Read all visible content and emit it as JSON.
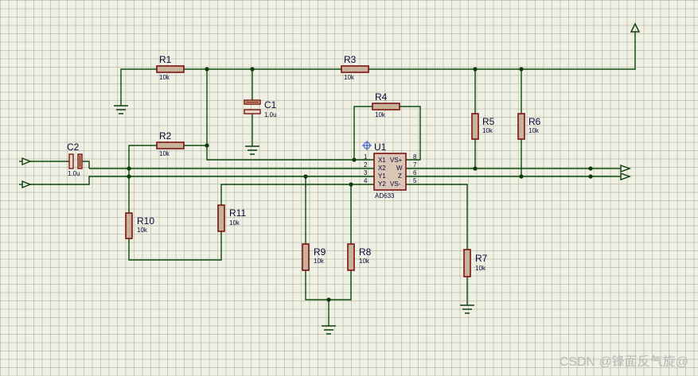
{
  "components": {
    "R1": {
      "name": "R1",
      "value": "10k"
    },
    "R2": {
      "name": "R2",
      "value": "10k"
    },
    "R3": {
      "name": "R3",
      "value": "10k"
    },
    "R4": {
      "name": "R4",
      "value": "10k"
    },
    "R5": {
      "name": "R5",
      "value": "10k"
    },
    "R6": {
      "name": "R6",
      "value": "10k"
    },
    "R7": {
      "name": "R7",
      "value": "10k"
    },
    "R8": {
      "name": "R8",
      "value": "10k"
    },
    "R9": {
      "name": "R9",
      "value": "10k"
    },
    "R10": {
      "name": "R10",
      "value": "10k"
    },
    "R11": {
      "name": "R11",
      "value": "10k"
    },
    "C1": {
      "name": "C1",
      "value": "1.0u"
    },
    "C2": {
      "name": "C2",
      "value": "1.0u"
    },
    "U1": {
      "name": "U1",
      "part": "AD633"
    }
  },
  "ic_pins": {
    "left": [
      {
        "num": "1",
        "name": "X1"
      },
      {
        "num": "2",
        "name": "X2"
      },
      {
        "num": "3",
        "name": "Y1"
      },
      {
        "num": "4",
        "name": "Y2"
      }
    ],
    "right": [
      {
        "num": "8",
        "name": "VS+"
      },
      {
        "num": "7",
        "name": "W"
      },
      {
        "num": "6",
        "name": "Z"
      },
      {
        "num": "5",
        "name": "VS-"
      }
    ]
  },
  "watermark": "CSDN @锋面反气旋@",
  "colors": {
    "wire": "#0d4a0d",
    "component_outline": "#7a1414",
    "component_fill": "#c8b29a",
    "grid": "#f0f0e4"
  }
}
